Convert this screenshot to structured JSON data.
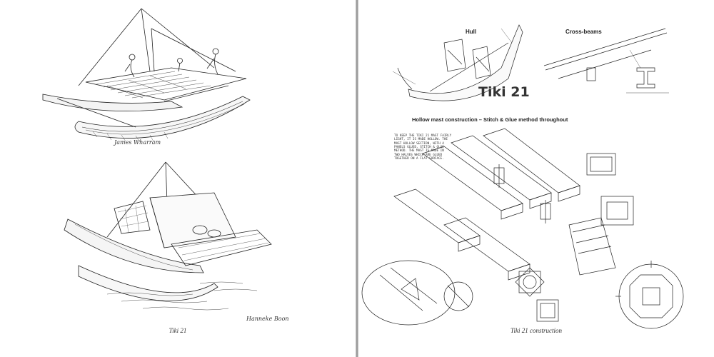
{
  "left_page": {
    "caption": "Tiki 21",
    "signature_top": "James Wharram",
    "signature_bottom": "Hanneke Boon"
  },
  "right_page": {
    "caption": "Tiki 21 construction",
    "title": "Tiki 21",
    "labels": {
      "hull": "Hull",
      "cross_beams": "Cross-beams",
      "mast_heading": "Hollow mast construction – Stitch & Glue method throughout"
    }
  }
}
